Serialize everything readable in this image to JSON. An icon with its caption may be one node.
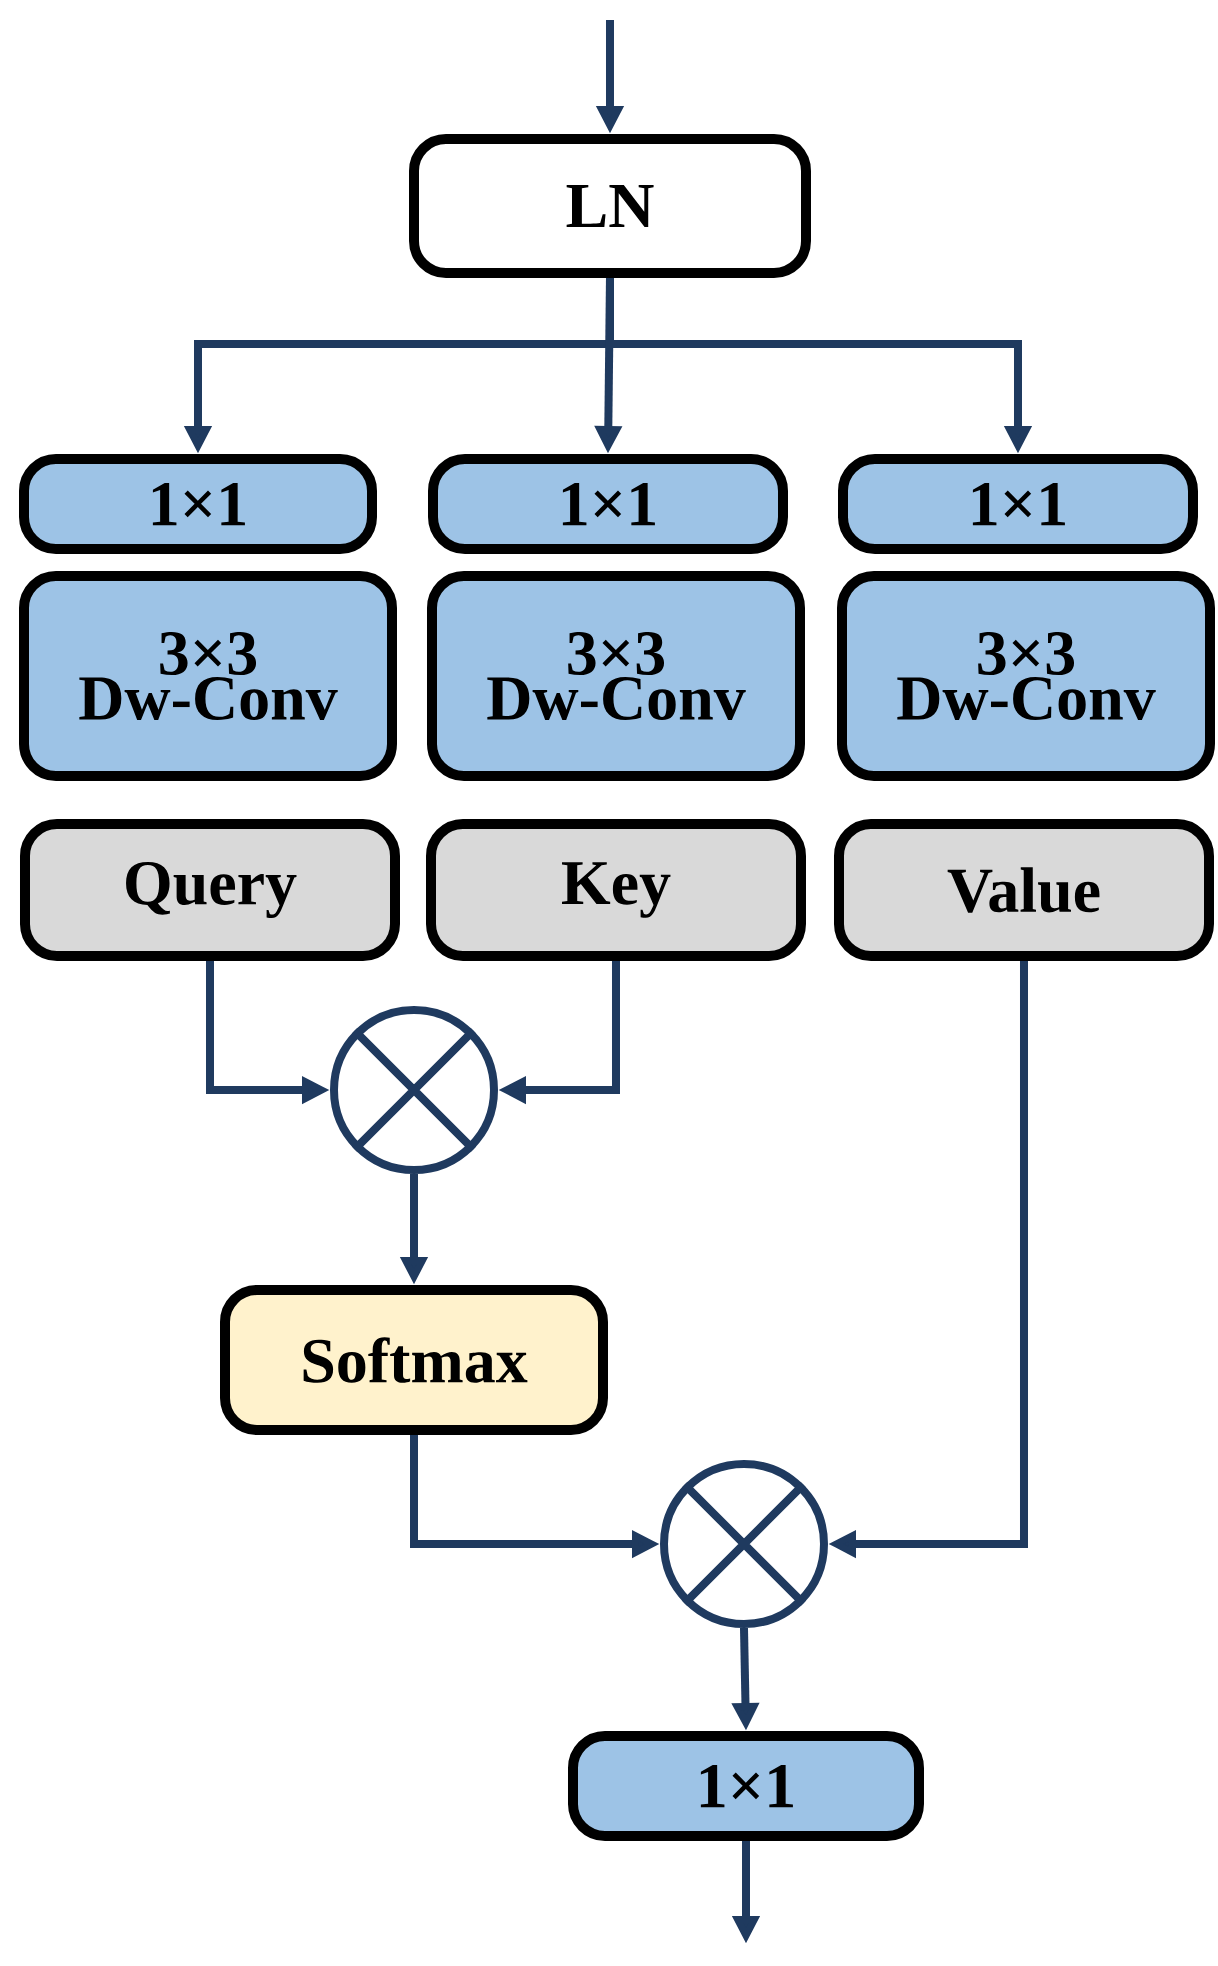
{
  "diagram": {
    "nodes": [
      {
        "text": [
          "LN"
        ]
      },
      {
        "text": [
          "1×1"
        ]
      },
      {
        "text": [
          "1×1"
        ]
      },
      {
        "text": [
          "1×1"
        ]
      },
      {
        "text": [
          "3×3 Dw-Conv"
        ]
      },
      {
        "text": [
          "3×3 Dw-Conv"
        ]
      },
      {
        "text": [
          "3×3 Dw-Conv"
        ]
      },
      {
        "text": [
          "Query"
        ]
      },
      {
        "text": [
          "Key"
        ]
      },
      {
        "text": [
          "Value"
        ]
      },
      {
        "text": [],
        "shape": "circle"
      },
      {
        "text": [
          "Softmax"
        ]
      },
      {
        "text": [],
        "shape": "circle"
      },
      {
        "text": [
          "1×1"
        ]
      }
    ],
    "edges": [
      {
        "from": null,
        "to": 0,
        "arrow": "to"
      },
      {
        "from": 0,
        "to": 1,
        "arrow": "to"
      },
      {
        "from": 0,
        "to": 2,
        "arrow": "to"
      },
      {
        "from": 0,
        "to": 3,
        "arrow": "to"
      },
      {
        "from": 7,
        "to": 10,
        "arrow": "to"
      },
      {
        "from": 8,
        "to": 10,
        "arrow": "to"
      },
      {
        "from": 10,
        "to": 11,
        "arrow": "to"
      },
      {
        "from": 11,
        "to": 12,
        "arrow": "to"
      },
      {
        "from": 9,
        "to": 12,
        "arrow": "to"
      },
      {
        "from": 12,
        "to": 13,
        "arrow": "to"
      },
      {
        "from": 13,
        "to": null,
        "arrow": "to"
      }
    ]
  }
}
